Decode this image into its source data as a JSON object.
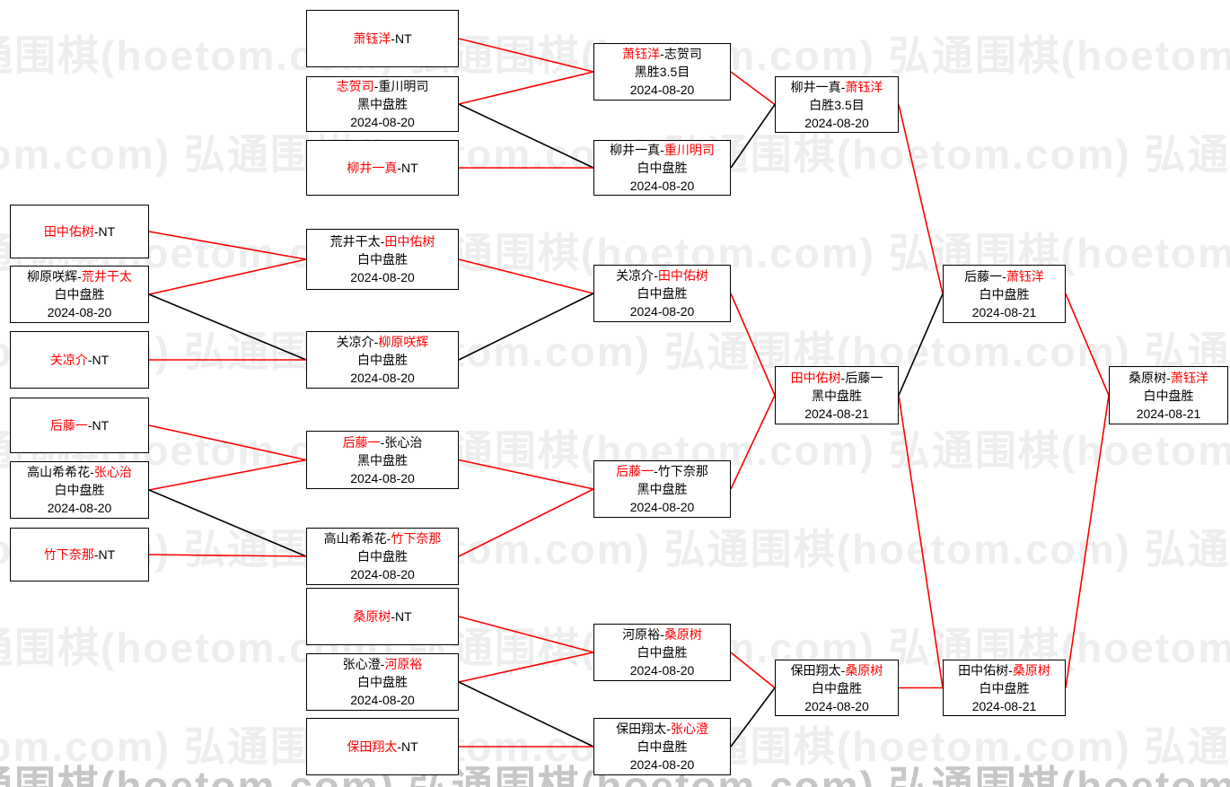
{
  "watermark": {
    "text": "弘通围棋(hoetom.com)"
  },
  "separator": "-",
  "colors": {
    "win": "#fe0000",
    "line": "#000000"
  },
  "boxes": [
    {
      "p1": "萧钰洋",
      "p1_red": true,
      "p2": "NT",
      "p2_red": false,
      "result": "",
      "date": ""
    },
    {
      "p1": "志贺司",
      "p1_red": true,
      "p2": "重川明司",
      "p2_red": false,
      "result": "黑中盘胜",
      "date": "2024-08-20"
    },
    {
      "p1": "柳井一真",
      "p1_red": true,
      "p2": "NT",
      "p2_red": false,
      "result": "",
      "date": ""
    },
    {
      "p1": "萧钰洋",
      "p1_red": true,
      "p2": "志贺司",
      "p2_red": false,
      "result": "黑胜3.5目",
      "date": "2024-08-20"
    },
    {
      "p1": "柳井一真",
      "p1_red": false,
      "p2": "重川明司",
      "p2_red": true,
      "result": "白中盘胜",
      "date": "2024-08-20"
    },
    {
      "p1": "柳井一真",
      "p1_red": false,
      "p2": "萧钰洋",
      "p2_red": true,
      "result": "白胜3.5目",
      "date": "2024-08-20"
    },
    {
      "p1": "田中佑树",
      "p1_red": true,
      "p2": "NT",
      "p2_red": false,
      "result": "",
      "date": ""
    },
    {
      "p1": "柳原咲辉",
      "p1_red": false,
      "p2": "荒井干太",
      "p2_red": true,
      "result": "白中盘胜",
      "date": "2024-08-20"
    },
    {
      "p1": "关凉介",
      "p1_red": true,
      "p2": "NT",
      "p2_red": false,
      "result": "",
      "date": ""
    },
    {
      "p1": "后藤一",
      "p1_red": true,
      "p2": "NT",
      "p2_red": false,
      "result": "",
      "date": ""
    },
    {
      "p1": "高山希希花",
      "p1_red": false,
      "p2": "张心治",
      "p2_red": true,
      "result": "白中盘胜",
      "date": "2024-08-20"
    },
    {
      "p1": "竹下奈那",
      "p1_red": true,
      "p2": "NT",
      "p2_red": false,
      "result": "",
      "date": ""
    },
    {
      "p1": "荒井干太",
      "p1_red": false,
      "p2": "田中佑树",
      "p2_red": true,
      "result": "白中盘胜",
      "date": "2024-08-20"
    },
    {
      "p1": "关凉介",
      "p1_red": false,
      "p2": "柳原咲辉",
      "p2_red": true,
      "result": "白中盘胜",
      "date": "2024-08-20"
    },
    {
      "p1": "后藤一",
      "p1_red": true,
      "p2": "张心治",
      "p2_red": false,
      "result": "黑中盘胜",
      "date": "2024-08-20"
    },
    {
      "p1": "高山希希花",
      "p1_red": false,
      "p2": "竹下奈那",
      "p2_red": true,
      "result": "白中盘胜",
      "date": "2024-08-20"
    },
    {
      "p1": "桑原树",
      "p1_red": true,
      "p2": "NT",
      "p2_red": false,
      "result": "",
      "date": ""
    },
    {
      "p1": "张心澄",
      "p1_red": false,
      "p2": "河原裕",
      "p2_red": true,
      "result": "白中盘胜",
      "date": "2024-08-20"
    },
    {
      "p1": "保田翔太",
      "p1_red": true,
      "p2": "NT",
      "p2_red": false,
      "result": "",
      "date": ""
    },
    {
      "p1": "关凉介",
      "p1_red": false,
      "p2": "田中佑树",
      "p2_red": true,
      "result": "白中盘胜",
      "date": "2024-08-20"
    },
    {
      "p1": "后藤一",
      "p1_red": true,
      "p2": "竹下奈那",
      "p2_red": false,
      "result": "黑中盘胜",
      "date": "2024-08-20"
    },
    {
      "p1": "河原裕",
      "p1_red": false,
      "p2": "桑原树",
      "p2_red": true,
      "result": "白中盘胜",
      "date": "2024-08-20"
    },
    {
      "p1": "保田翔太",
      "p1_red": false,
      "p2": "张心澄",
      "p2_red": true,
      "result": "白中盘胜",
      "date": "2024-08-20"
    },
    {
      "p1": "田中佑树",
      "p1_red": true,
      "p2": "后藤一",
      "p2_red": false,
      "result": "黑中盘胜",
      "date": "2024-08-21"
    },
    {
      "p1": "保田翔太",
      "p1_red": false,
      "p2": "桑原树",
      "p2_red": true,
      "result": "白中盘胜",
      "date": "2024-08-20"
    },
    {
      "p1": "后藤一",
      "p1_red": false,
      "p2": "萧钰洋",
      "p2_red": true,
      "result": "白中盘胜",
      "date": "2024-08-21"
    },
    {
      "p1": "田中佑树",
      "p1_red": false,
      "p2": "桑原树",
      "p2_red": true,
      "result": "白中盘胜",
      "date": "2024-08-21"
    },
    {
      "p1": "桑原树",
      "p1_red": false,
      "p2": "萧钰洋",
      "p2_red": true,
      "result": "白中盘胜",
      "date": "2024-08-21"
    }
  ],
  "connections": [
    {
      "from": 0,
      "to": 3,
      "color": "red"
    },
    {
      "from": 1,
      "to": 3,
      "color": "red"
    },
    {
      "from": 1,
      "to": 4,
      "color": "black"
    },
    {
      "from": 2,
      "to": 4,
      "color": "red"
    },
    {
      "from": 3,
      "to": 5,
      "color": "red"
    },
    {
      "from": 4,
      "to": 5,
      "color": "black"
    },
    {
      "from": 5,
      "to": 25,
      "color": "red"
    },
    {
      "from": 6,
      "to": 12,
      "color": "red"
    },
    {
      "from": 7,
      "to": 12,
      "color": "red"
    },
    {
      "from": 7,
      "to": 13,
      "color": "black"
    },
    {
      "from": 8,
      "to": 13,
      "color": "red"
    },
    {
      "from": 12,
      "to": 19,
      "color": "red"
    },
    {
      "from": 13,
      "to": 19,
      "color": "black"
    },
    {
      "from": 9,
      "to": 14,
      "color": "red"
    },
    {
      "from": 10,
      "to": 14,
      "color": "red"
    },
    {
      "from": 10,
      "to": 15,
      "color": "black"
    },
    {
      "from": 11,
      "to": 15,
      "color": "red"
    },
    {
      "from": 14,
      "to": 20,
      "color": "red"
    },
    {
      "from": 15,
      "to": 20,
      "color": "red"
    },
    {
      "from": 19,
      "to": 23,
      "color": "red"
    },
    {
      "from": 20,
      "to": 23,
      "color": "red"
    },
    {
      "from": 23,
      "to": 25,
      "color": "black"
    },
    {
      "from": 23,
      "to": 26,
      "color": "red"
    },
    {
      "from": 16,
      "to": 21,
      "color": "red"
    },
    {
      "from": 17,
      "to": 21,
      "color": "red"
    },
    {
      "from": 17,
      "to": 22,
      "color": "black"
    },
    {
      "from": 18,
      "to": 22,
      "color": "red"
    },
    {
      "from": 21,
      "to": 24,
      "color": "red"
    },
    {
      "from": 22,
      "to": 24,
      "color": "black"
    },
    {
      "from": 24,
      "to": 26,
      "color": "red"
    },
    {
      "from": 25,
      "to": 27,
      "color": "red"
    },
    {
      "from": 26,
      "to": 27,
      "color": "red"
    }
  ]
}
